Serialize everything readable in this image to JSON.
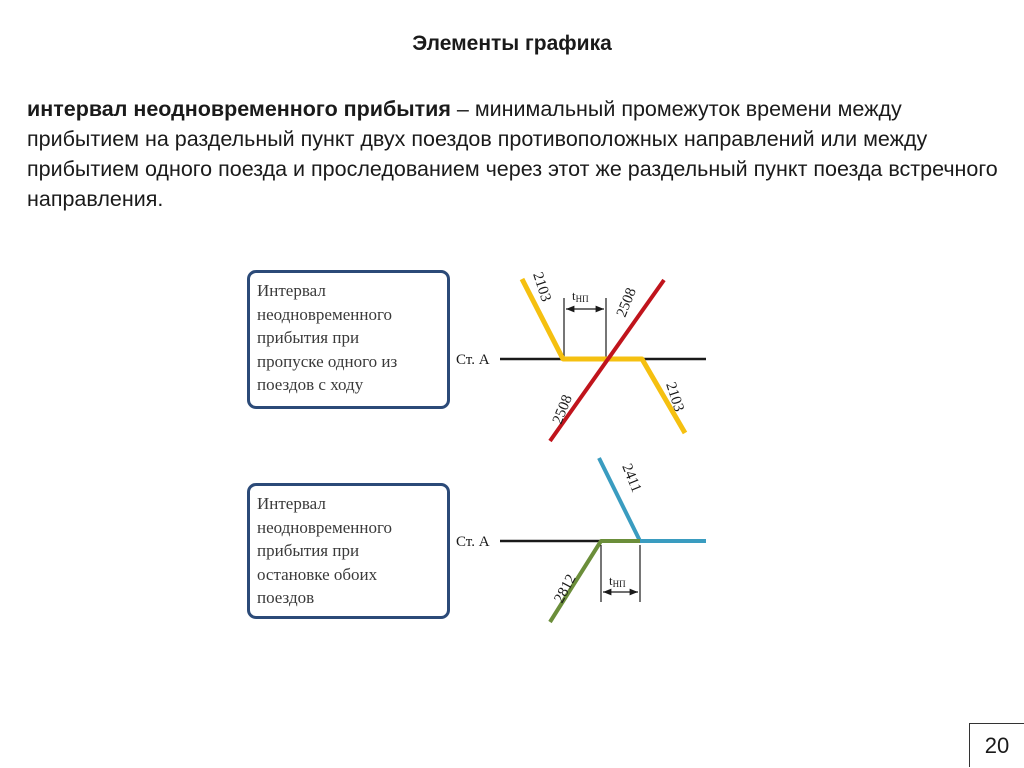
{
  "slide": {
    "title": "Элементы графика",
    "definition_term": "интервал неодновременного прибытия",
    "definition_text": " – минимальный промежуток времени между прибытием на раздельный пункт двух поездов противоположных направлений или между прибытием одного поезда и проследованием через этот же раздельный пункт поезда встречного направления.",
    "page_number": "20"
  },
  "diagram_1": {
    "caption": "Интервал\nнеодновременного\nприбытия при\nпропуске одного из\nпоездов с ходу",
    "station_label": "Ст. А",
    "interval_label_main": "t",
    "interval_label_sub": "НП",
    "train_yellow_label_top": "2103",
    "train_yellow_label_bottom": "2103",
    "train_red_label_top": "2508",
    "train_red_label_bottom": "2508",
    "colors": {
      "yellow_train": "#f5c010",
      "red_train": "#c0141c"
    }
  },
  "diagram_2": {
    "caption": "Интервал\nнеодновременного\nприбытия при\nостановке обоих\nпоездов",
    "station_label": "Ст. А",
    "interval_label_main": "t",
    "interval_label_sub": "НП",
    "train_blue_label": "2411",
    "train_green_label": "2812",
    "colors": {
      "blue_train": "#3a9cc0",
      "green_train": "#6b8e3a"
    }
  }
}
